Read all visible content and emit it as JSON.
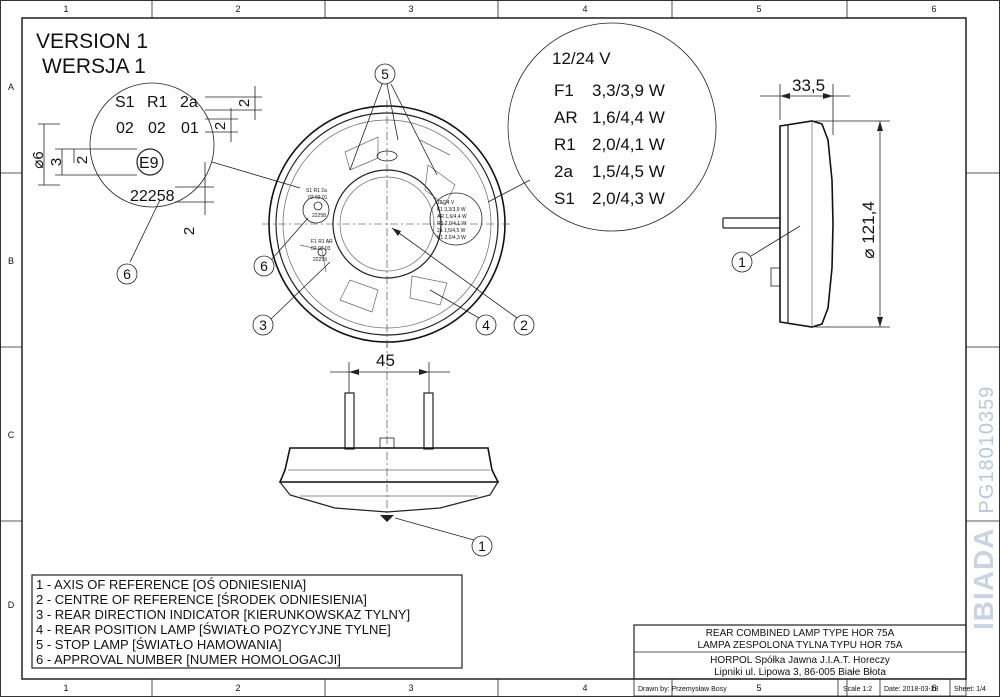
{
  "version": {
    "line1": "VERSION 1",
    "line2": "WERSJA 1"
  },
  "column_numbers": [
    "1",
    "2",
    "3",
    "4",
    "5",
    "6"
  ],
  "row_letters": [
    "A",
    "B",
    "C",
    "D"
  ],
  "balloons": {
    "one": "1",
    "two": "2",
    "three": "3",
    "four": "4",
    "five": "5",
    "six": "6"
  },
  "marking_detail": {
    "row1": [
      "S1",
      "R1",
      "2a"
    ],
    "row2": [
      "02",
      "02",
      "01"
    ],
    "approval_mark": "E9",
    "approval_number": "22258"
  },
  "detail_dimensions": {
    "dia": "⌀6",
    "three": "3",
    "two": "2"
  },
  "wattage_detail": {
    "voltage": "12/24 V",
    "functions": [
      {
        "code": "F1",
        "value": "3,3/3,9 W"
      },
      {
        "code": "AR",
        "value": "1,6/4,4 W"
      },
      {
        "code": "R1",
        "value": "2,0/4,1 W"
      },
      {
        "code": "2a",
        "value": "1,5/4,5 W"
      },
      {
        "code": "S1",
        "value": "2,0/4,3 W"
      }
    ]
  },
  "dimensions": {
    "depth": "33,5",
    "diameter": "⌀ 121,4",
    "stud_spacing": "45"
  },
  "legend": [
    "1 - AXIS OF REFERENCE [OŚ ODNIESIENIA]",
    "2 - CENTRE OF REFERENCE [ŚRODEK ODNIESIENIA]",
    "3 - REAR DIRECTION INDICATOR [KIERUNKOWSKAZ TYLNY]",
    "4 - REAR POSITION LAMP [ŚWIATŁO POZYCYJNE TYLNE]",
    "5 - STOP LAMP [ŚWIATŁO HAMOWANIA]",
    "6 - APPROVAL NUMBER [NUMER HOMOLOGACJI]"
  ],
  "title_block": {
    "title_en": "REAR COMBINED LAMP TYPE HOR 75A",
    "title_pl": "LAMPA ZESPOLONA TYLNA TYPU HOR 75A",
    "company": "HORPOL Spółka Jawna   J.I.A.T. Horeczy",
    "address": "Lipniki ul. Lipowa 3, 86-005 Białe Błota",
    "drawn_by": "Drawn by:  Przemysław Bosy",
    "scale": "Scale  1:2",
    "date": "Date:  2018-03-28",
    "sheet": "Sheet:  1/4"
  },
  "watermark": {
    "brand": "IBIADA",
    "code": "PG18010359"
  },
  "colors": {
    "line": "#222222",
    "watermark": "#9bb2d1",
    "paper": "#ffffff"
  }
}
